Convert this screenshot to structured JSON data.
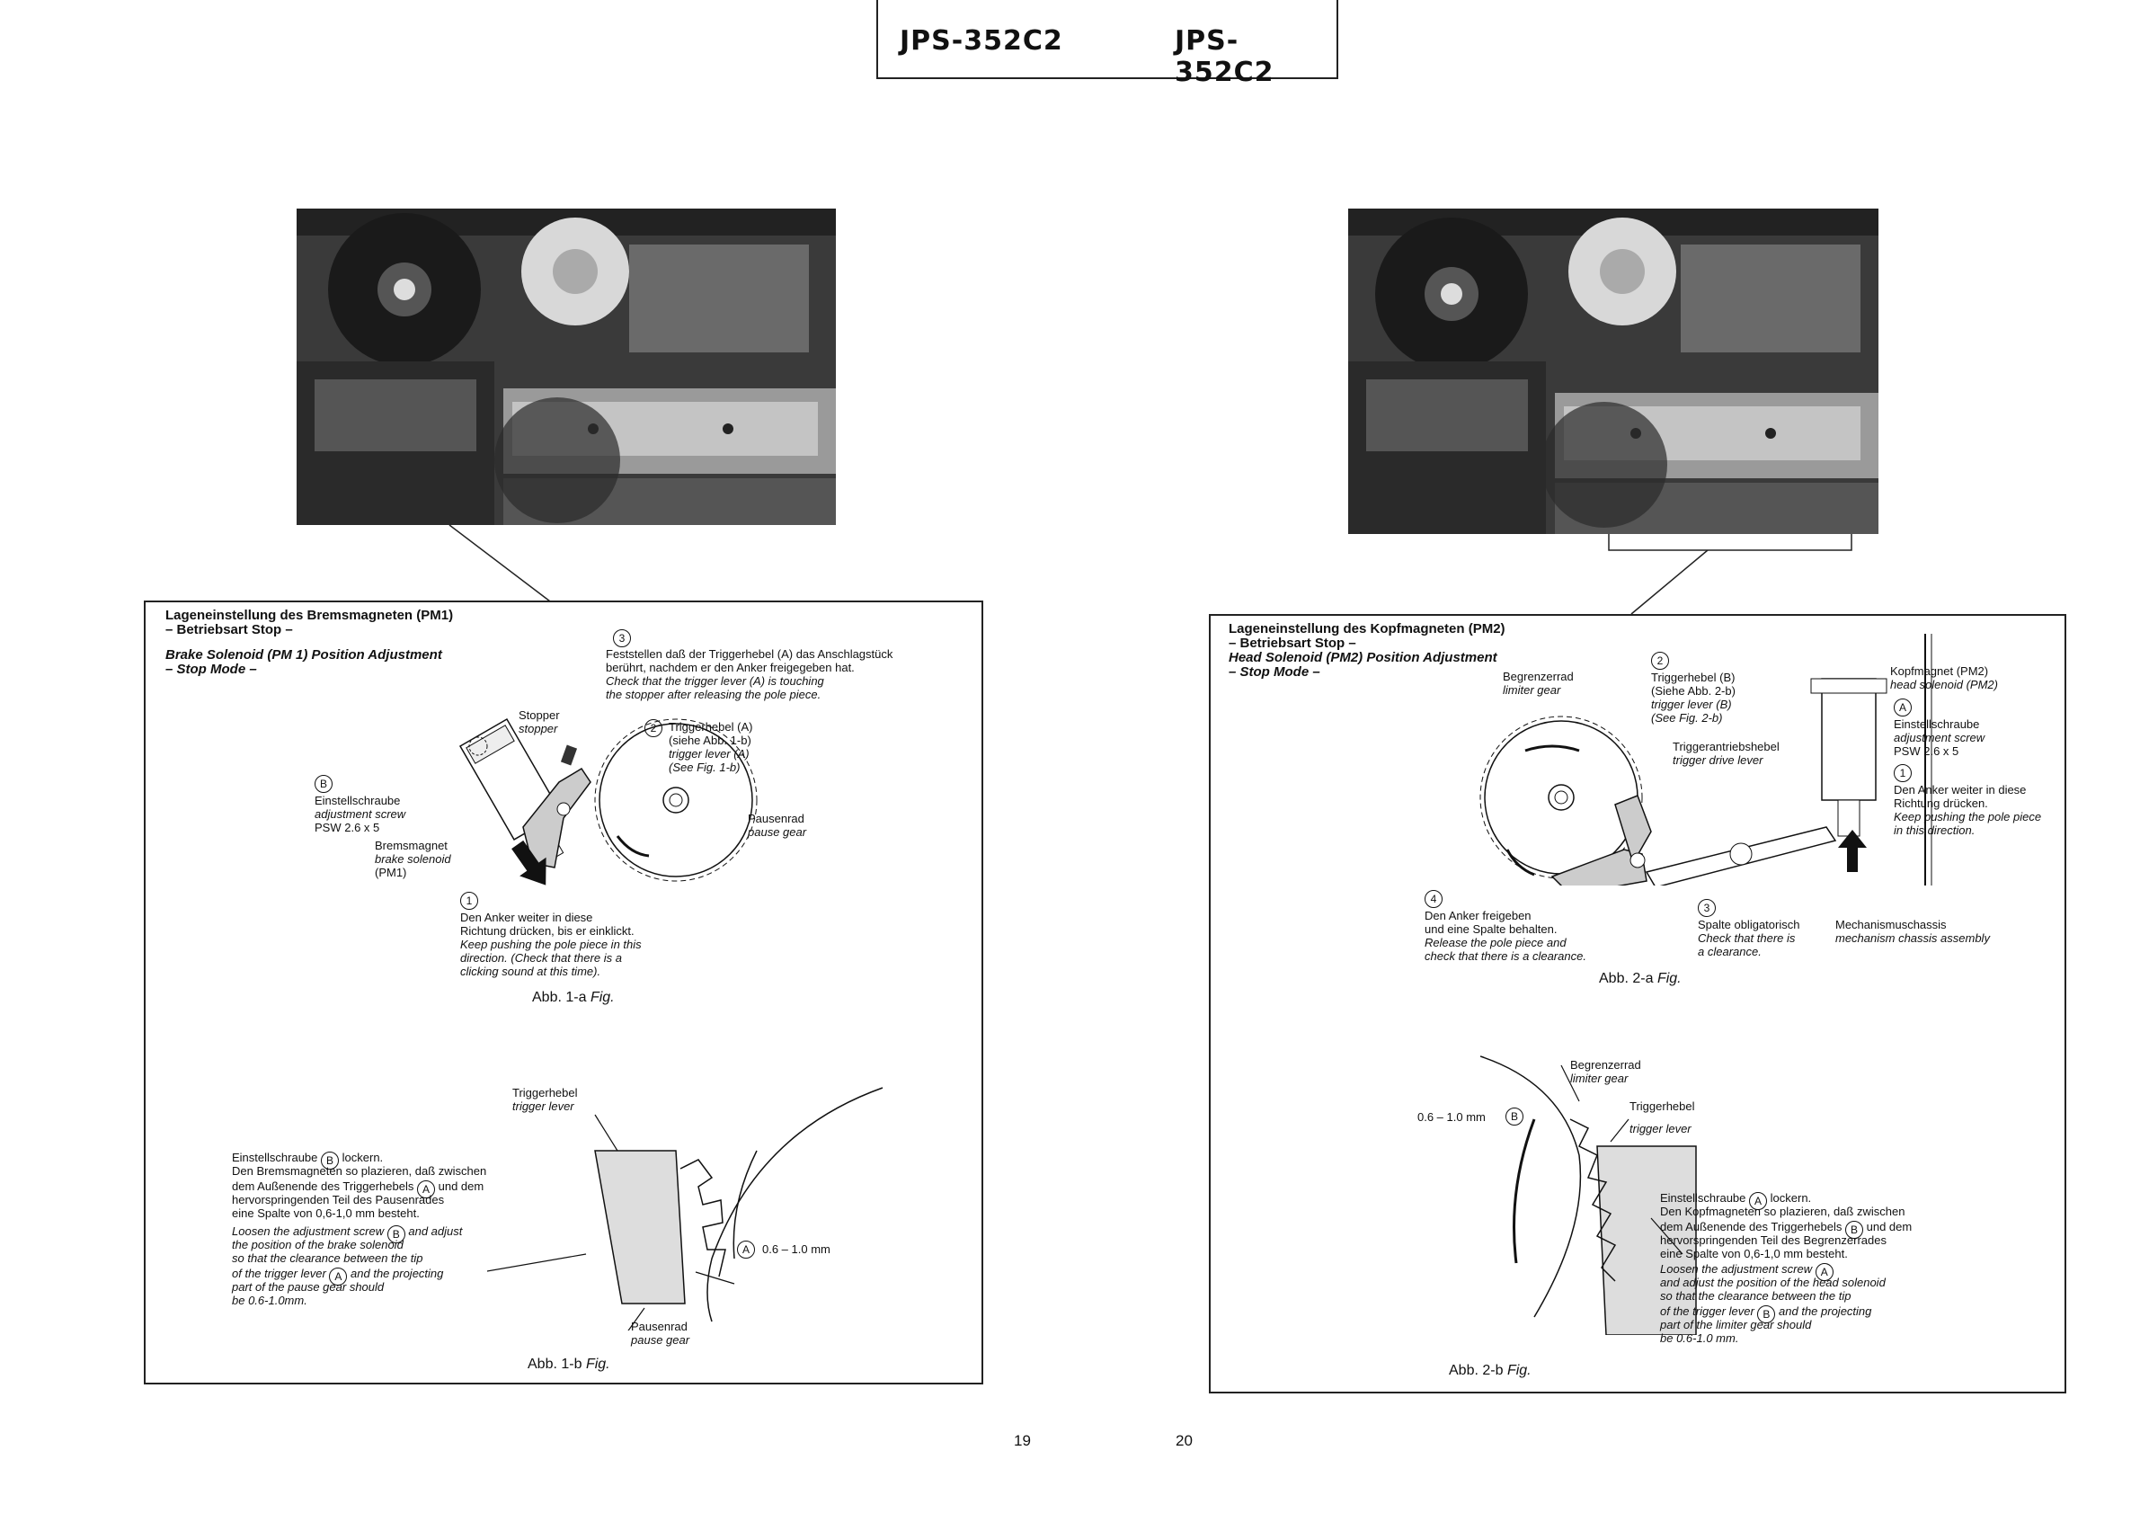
{
  "header": {
    "model_left": "JPS-352C2",
    "model_right": "JPS-352C2"
  },
  "page_numbers": {
    "left": "19",
    "right": "20"
  },
  "left": {
    "title_de": "Lageneinstellung des Bremsmagneten (PM1)",
    "mode_de": "– Betriebsart Stop –",
    "title_en": "Brake Solenoid (PM 1) Position Adjustment",
    "mode_en": "– Stop Mode –",
    "step3_num": "3",
    "step3_de_1": "Feststellen daß der Triggerhebel (A) das Anschlagstück",
    "step3_de_2": "berührt, nachdem er den Anker freigegeben hat.",
    "step3_en_1": "Check that the trigger lever (A) is touching",
    "step3_en_2": "the stopper after releasing the pole piece.",
    "stopper_de": "Stopper",
    "stopper_en": "stopper",
    "step2_num": "2",
    "step2_de_1": "Triggerhebel (A)",
    "step2_de_2": "(siehe Abb. 1-b)",
    "step2_en_1": "trigger lever (A)",
    "step2_en_2": "(See Fig. 1-b)",
    "screw_letter": "B",
    "screw_de": "Einstellschraube",
    "screw_en": "adjustment screw",
    "screw_spec": "PSW 2.6 x 5",
    "solenoid_de": "Bremsmagnet",
    "solenoid_en": "brake solenoid",
    "solenoid_code": "(PM1)",
    "pause_de": "Pausenrad",
    "pause_en": "pause gear",
    "step1_num": "1",
    "step1_de_1": "Den Anker weiter in diese",
    "step1_de_2": "Richtung drücken, bis er einklickt.",
    "step1_en_1": "Keep pushing the pole piece in this",
    "step1_en_2": "direction. (Check that there is a",
    "step1_en_3": "clicking sound at this time).",
    "fig1a_prefix": "Abb. 1-a",
    "fig_word": "Fig.",
    "trig_de": "Triggerhebel",
    "trig_en": "trigger lever",
    "note_de_1a": "Einstellschraube",
    "note_de_1b": "lockern.",
    "note_de_2": "Den Bremsmagneten so plazieren, daß zwischen",
    "note_de_3a": "dem Außenende des Triggerhebels",
    "note_de_3b": "und dem",
    "note_de_4": "hervorspringenden Teil des Pausenrades",
    "note_de_5": "eine Spalte von 0,6-1,0 mm besteht.",
    "note_en_1a": "Loosen the adjustment screw",
    "note_en_1b": "and adjust",
    "note_en_2": "the position of the brake solenoid",
    "note_en_3": "so that the clearance between the tip",
    "note_en_4a": "of the trigger lever",
    "note_en_4b": "and the projecting",
    "note_en_5": "part of the pause gear should",
    "note_en_6": "be 0.6-1.0mm.",
    "letter_a": "A",
    "gap_value": "0.6 – 1.0 mm",
    "pause2_de": "Pausenrad",
    "pause2_en": "pause gear",
    "fig1b_prefix": "Abb. 1-b"
  },
  "right": {
    "title_de": "Lageneinstellung des Kopfmagneten (PM2)",
    "mode_de": "– Betriebsart Stop –",
    "title_en": "Head Solenoid (PM2) Position Adjustment",
    "mode_en": "– Stop Mode –",
    "limiter_de": "Begrenzerrad",
    "limiter_en": "limiter gear",
    "step2_num": "2",
    "step2_de_1": "Triggerhebel (B)",
    "step2_de_2": "(Siehe Abb. 2-b)",
    "step2_en_1": "trigger lever (B)",
    "step2_en_2": "(See Fig. 2-b)",
    "head_de": "Kopfmagnet (PM2)",
    "head_en": "head solenoid (PM2)",
    "screw_letter": "A",
    "screw_de": "Einstellschraube",
    "screw_en": "adjustment screw",
    "screw_spec": "PSW 2.6 x 5",
    "drive_de": "Triggerantriebshebel",
    "drive_en": "trigger drive lever",
    "step1_num": "1",
    "step1_de_1": "Den Anker weiter in diese",
    "step1_de_2": "Richtung drücken.",
    "step1_en_1": "Keep pushing the pole piece",
    "step1_en_2": "in this direction.",
    "step4_num": "4",
    "step4_de_1": "Den Anker freigeben",
    "step4_de_2": "und eine Spalte behalten.",
    "step4_en_1": "Release the pole piece and",
    "step4_en_2": "check that there is a clearance.",
    "step3_num": "3",
    "step3_de": "Spalte obligatorisch",
    "step3_en_1": "Check that there is",
    "step3_en_2": "a clearance.",
    "chassis_de": "Mechanismuschassis",
    "chassis_en": "mechanism chassis assembly",
    "fig2a_prefix": "Abb. 2-a",
    "fig_word": "Fig.",
    "limiter2_de": "Begrenzerrad",
    "limiter2_en": "limiter gear",
    "gap_value": "0.6 – 1.0 mm",
    "letter_b": "B",
    "trig_de": "Triggerhebel",
    "trig_en": "trigger lever",
    "note_de_1a": "Einstellschraube",
    "note_de_1b": "lockern.",
    "note_de_2": "Den Kopfmagneten so plazieren, daß zwischen",
    "note_de_3a": "dem Außenende des Triggerhebels",
    "note_de_3b": "und dem",
    "note_de_4": "hervorspringenden Teil des Begrenzerrades",
    "note_de_5": "eine Spalte von 0,6-1,0 mm besteht.",
    "note_en_1a": "Loosen the adjustment screw",
    "note_en_2": "and adjust the position of the head solenoid",
    "note_en_3": "so that the clearance between the tip",
    "note_en_4a": "of the trigger lever",
    "note_en_4b": "and the projecting",
    "note_en_5": "part of the limiter gear should",
    "note_en_6": "be 0.6-1.0 mm.",
    "fig2b_prefix": "Abb. 2-b"
  }
}
